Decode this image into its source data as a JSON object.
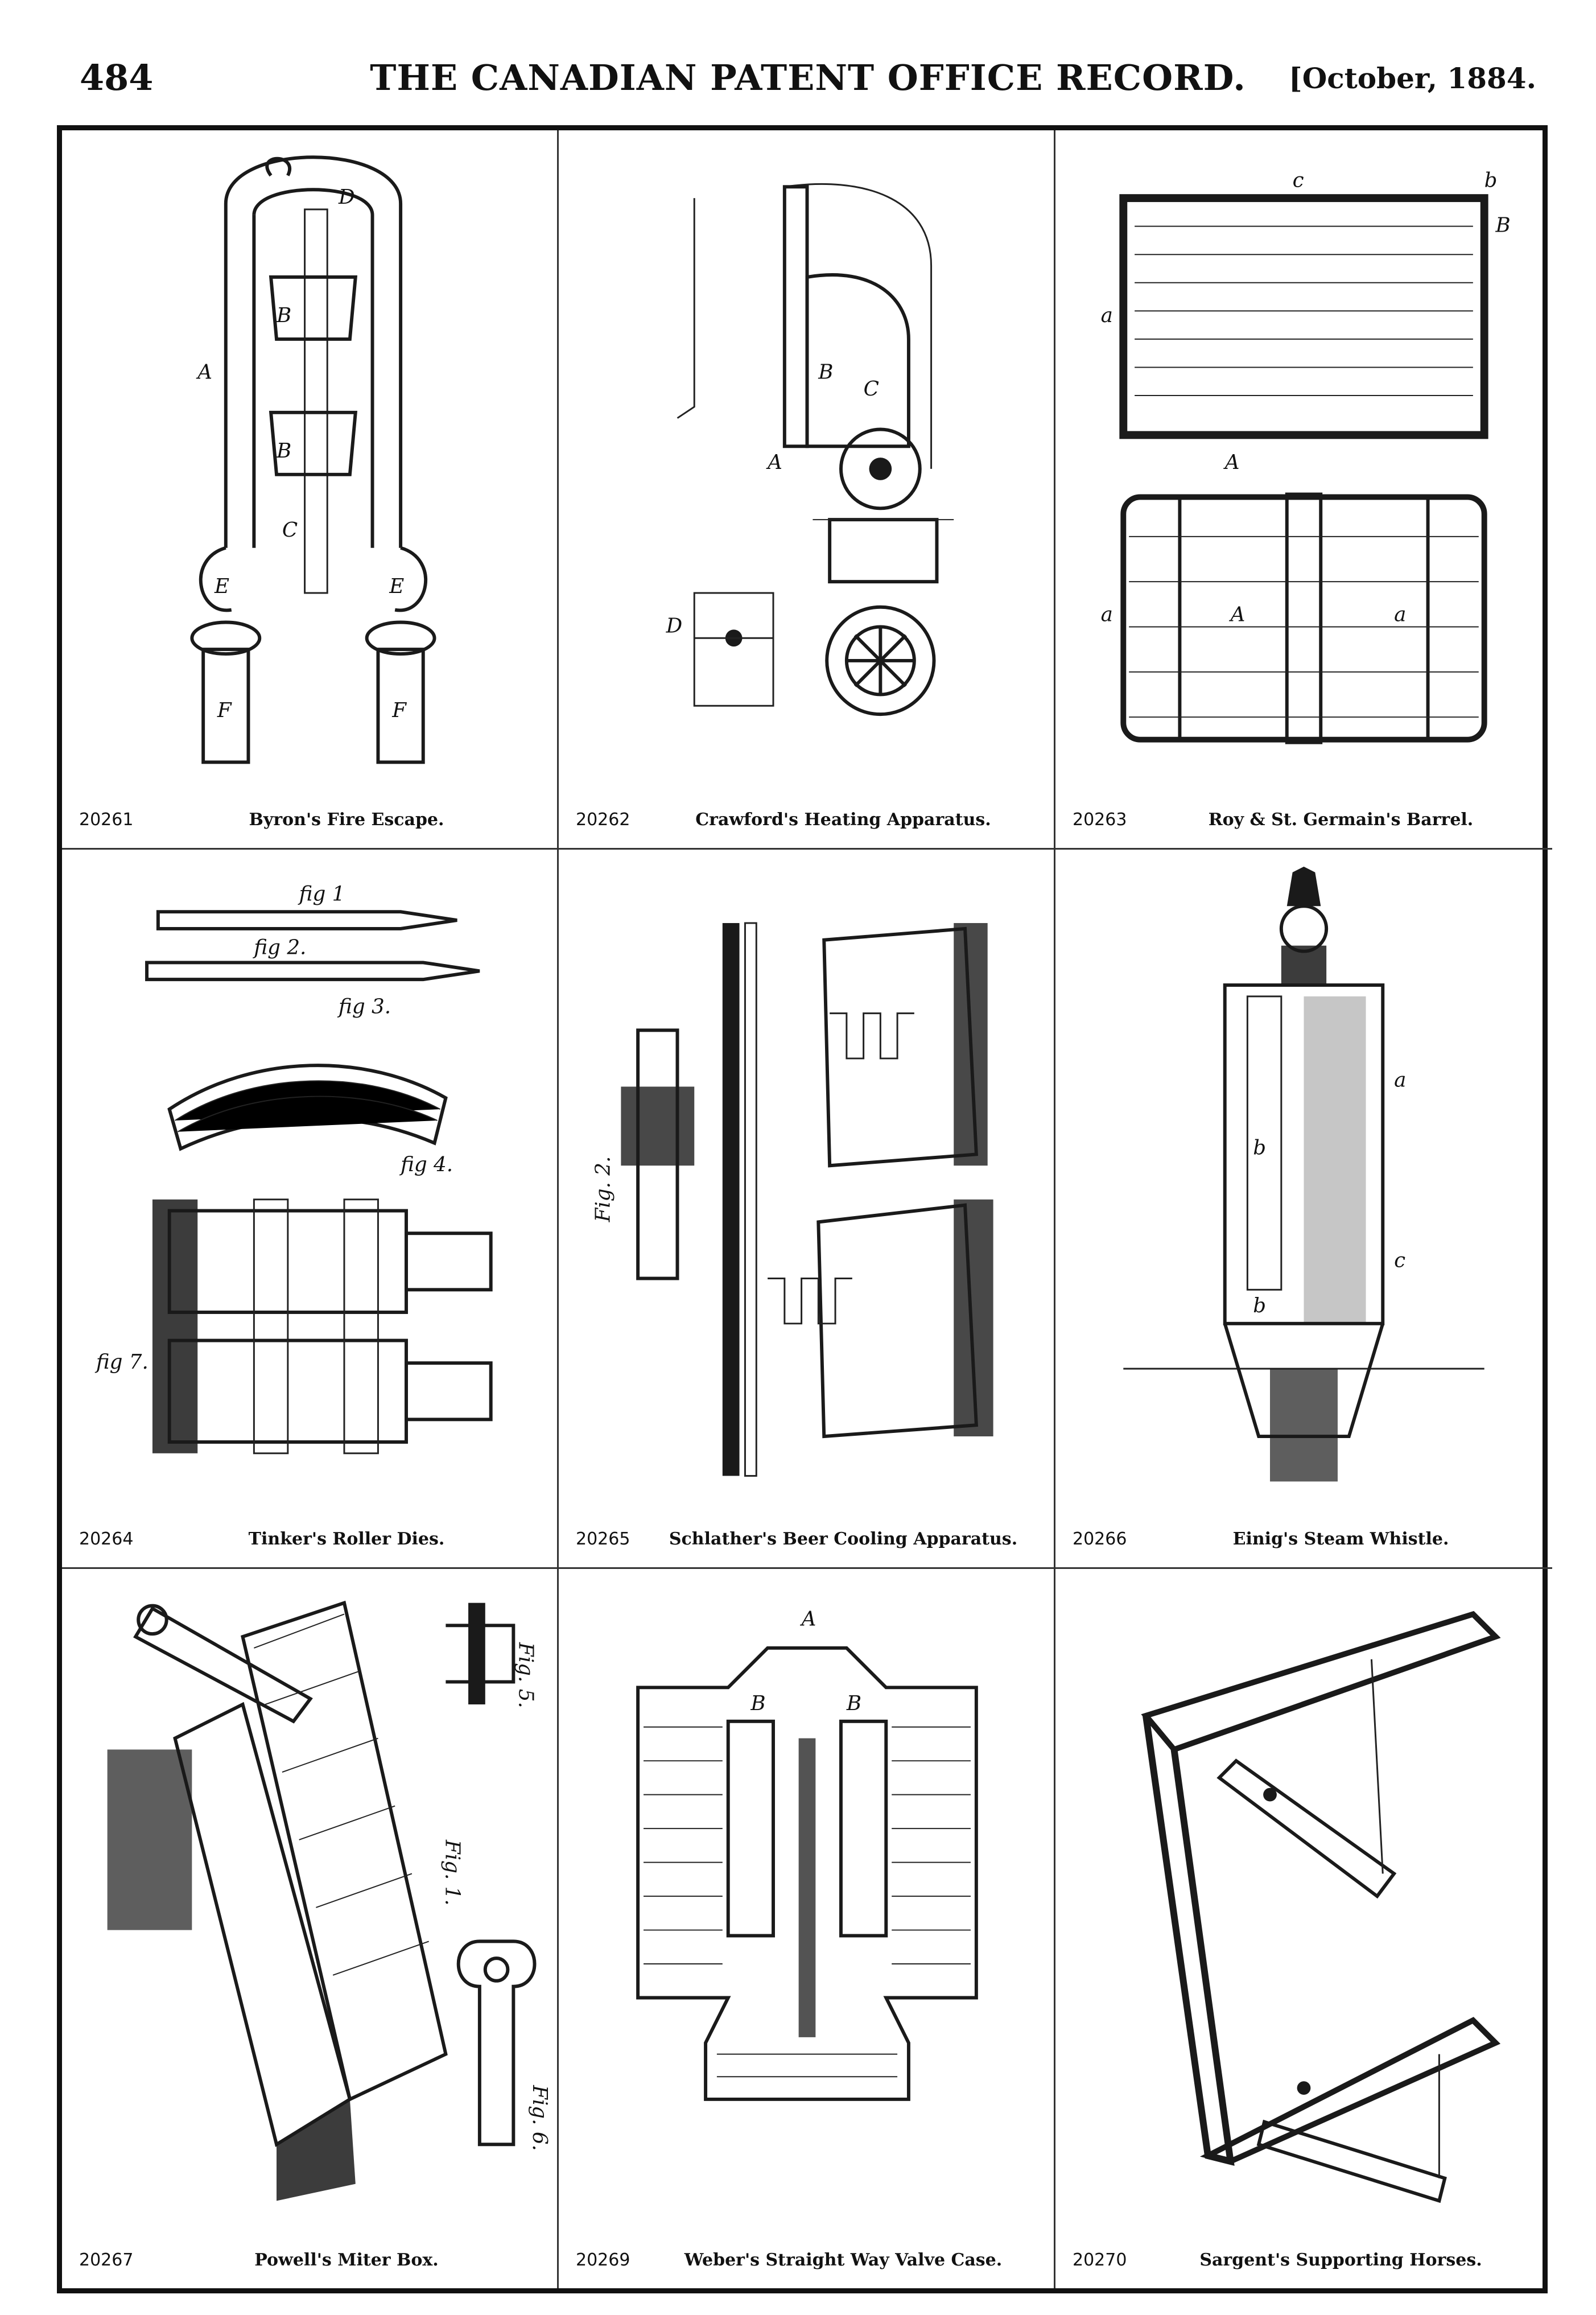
{
  "header": {
    "page_number": "484",
    "journal_title": "THE CANADIAN PATENT OFFICE RECORD.",
    "date": "[October, 1884."
  },
  "patents": [
    {
      "number": "20261",
      "title": "Byron's Fire Escape."
    },
    {
      "number": "20262",
      "title": "Crawford's Heating Apparatus."
    },
    {
      "number": "20263",
      "title": "Roy & St. Germain's Barrel."
    },
    {
      "number": "20264",
      "title": "Tinker's Roller Dies."
    },
    {
      "number": "20265",
      "title": "Schlather's Beer Cooling Apparatus."
    },
    {
      "number": "20266",
      "title": "Einig's Steam Whistle."
    },
    {
      "number": "20267",
      "title": "Powell's Miter Box."
    },
    {
      "number": "20269",
      "title": "Weber's Straight Way Valve Case."
    },
    {
      "number": "20270",
      "title": "Sargent's Supporting Horses."
    }
  ],
  "figure_labels": {
    "fig_1": "fig 1",
    "fig_2": "fig 2.",
    "fig_3": "fig 3.",
    "fig_4": "fig 4.",
    "fig_7": "fig 7.",
    "fig2_beer": "Fig. 2.",
    "fig1_miter": "Fig. 1.",
    "fig5_miter": "Fig. 5.",
    "fig6_miter": "Fig. 6.",
    "valve_A": "A",
    "valve_B": "B"
  }
}
